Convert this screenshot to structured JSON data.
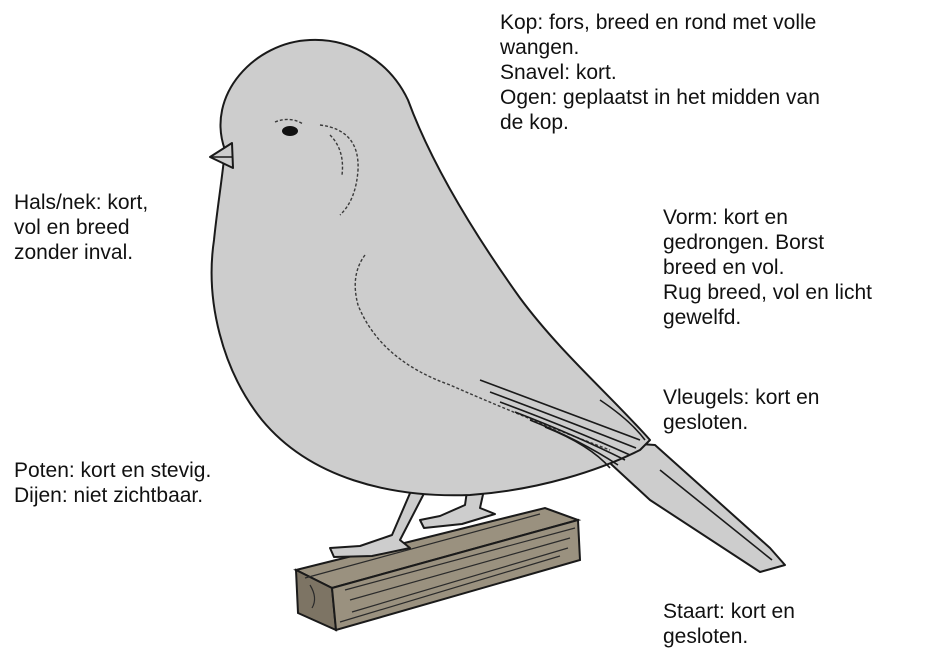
{
  "colors": {
    "bird_fill": "#cdcdcd",
    "outline": "#1a1a1a",
    "perch_fill": "#8a8170",
    "background": "#ffffff"
  },
  "labels": {
    "head": [
      "Kop: fors, breed en rond met volle",
      "wangen.",
      "Snavel: kort.",
      "Ogen: geplaatst in het midden van",
      "de kop."
    ],
    "neck": [
      "Hals/nek: kort,",
      "vol en breed",
      "zonder inval."
    ],
    "shape": [
      "Vorm: kort en",
      "gedrongen. Borst",
      "breed en vol.",
      "Rug breed, vol en licht",
      "gewelfd."
    ],
    "wings": [
      "Vleugels: kort en",
      "gesloten."
    ],
    "legs": [
      "Poten: kort en stevig.",
      "Dijen: niet zichtbaar."
    ],
    "tail": [
      "Staart: kort en",
      "gesloten."
    ]
  }
}
